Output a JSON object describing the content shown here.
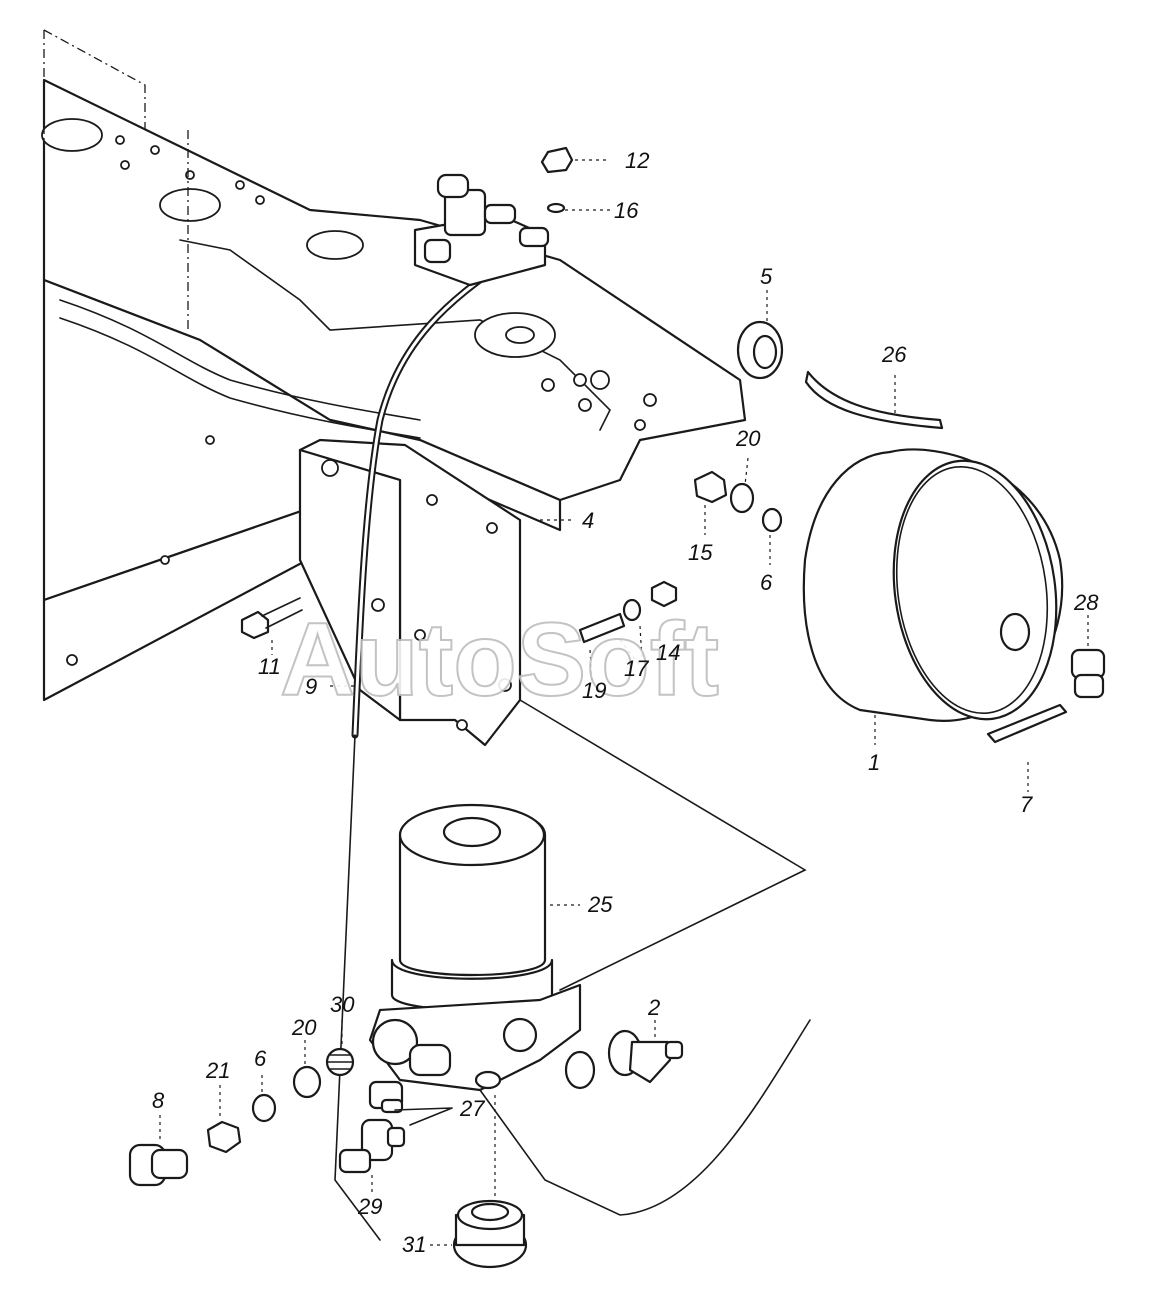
{
  "watermark": "AutoSoft",
  "callouts": [
    {
      "id": "c1",
      "label": "1"
    },
    {
      "id": "c2",
      "label": "2"
    },
    {
      "id": "c4",
      "label": "4"
    },
    {
      "id": "c5",
      "label": "5"
    },
    {
      "id": "c6a",
      "label": "6"
    },
    {
      "id": "c6b",
      "label": "6"
    },
    {
      "id": "c7",
      "label": "7"
    },
    {
      "id": "c8",
      "label": "8"
    },
    {
      "id": "c9",
      "label": "9"
    },
    {
      "id": "c11",
      "label": "11"
    },
    {
      "id": "c12",
      "label": "12"
    },
    {
      "id": "c14",
      "label": "14"
    },
    {
      "id": "c15",
      "label": "15"
    },
    {
      "id": "c16",
      "label": "16"
    },
    {
      "id": "c17",
      "label": "17"
    },
    {
      "id": "c19",
      "label": "19"
    },
    {
      "id": "c20a",
      "label": "20"
    },
    {
      "id": "c20b",
      "label": "20"
    },
    {
      "id": "c21",
      "label": "21"
    },
    {
      "id": "c25",
      "label": "25"
    },
    {
      "id": "c26",
      "label": "26"
    },
    {
      "id": "c27",
      "label": "27"
    },
    {
      "id": "c28",
      "label": "28"
    },
    {
      "id": "c29",
      "label": "29"
    },
    {
      "id": "c30",
      "label": "30"
    },
    {
      "id": "c31",
      "label": "31"
    }
  ]
}
